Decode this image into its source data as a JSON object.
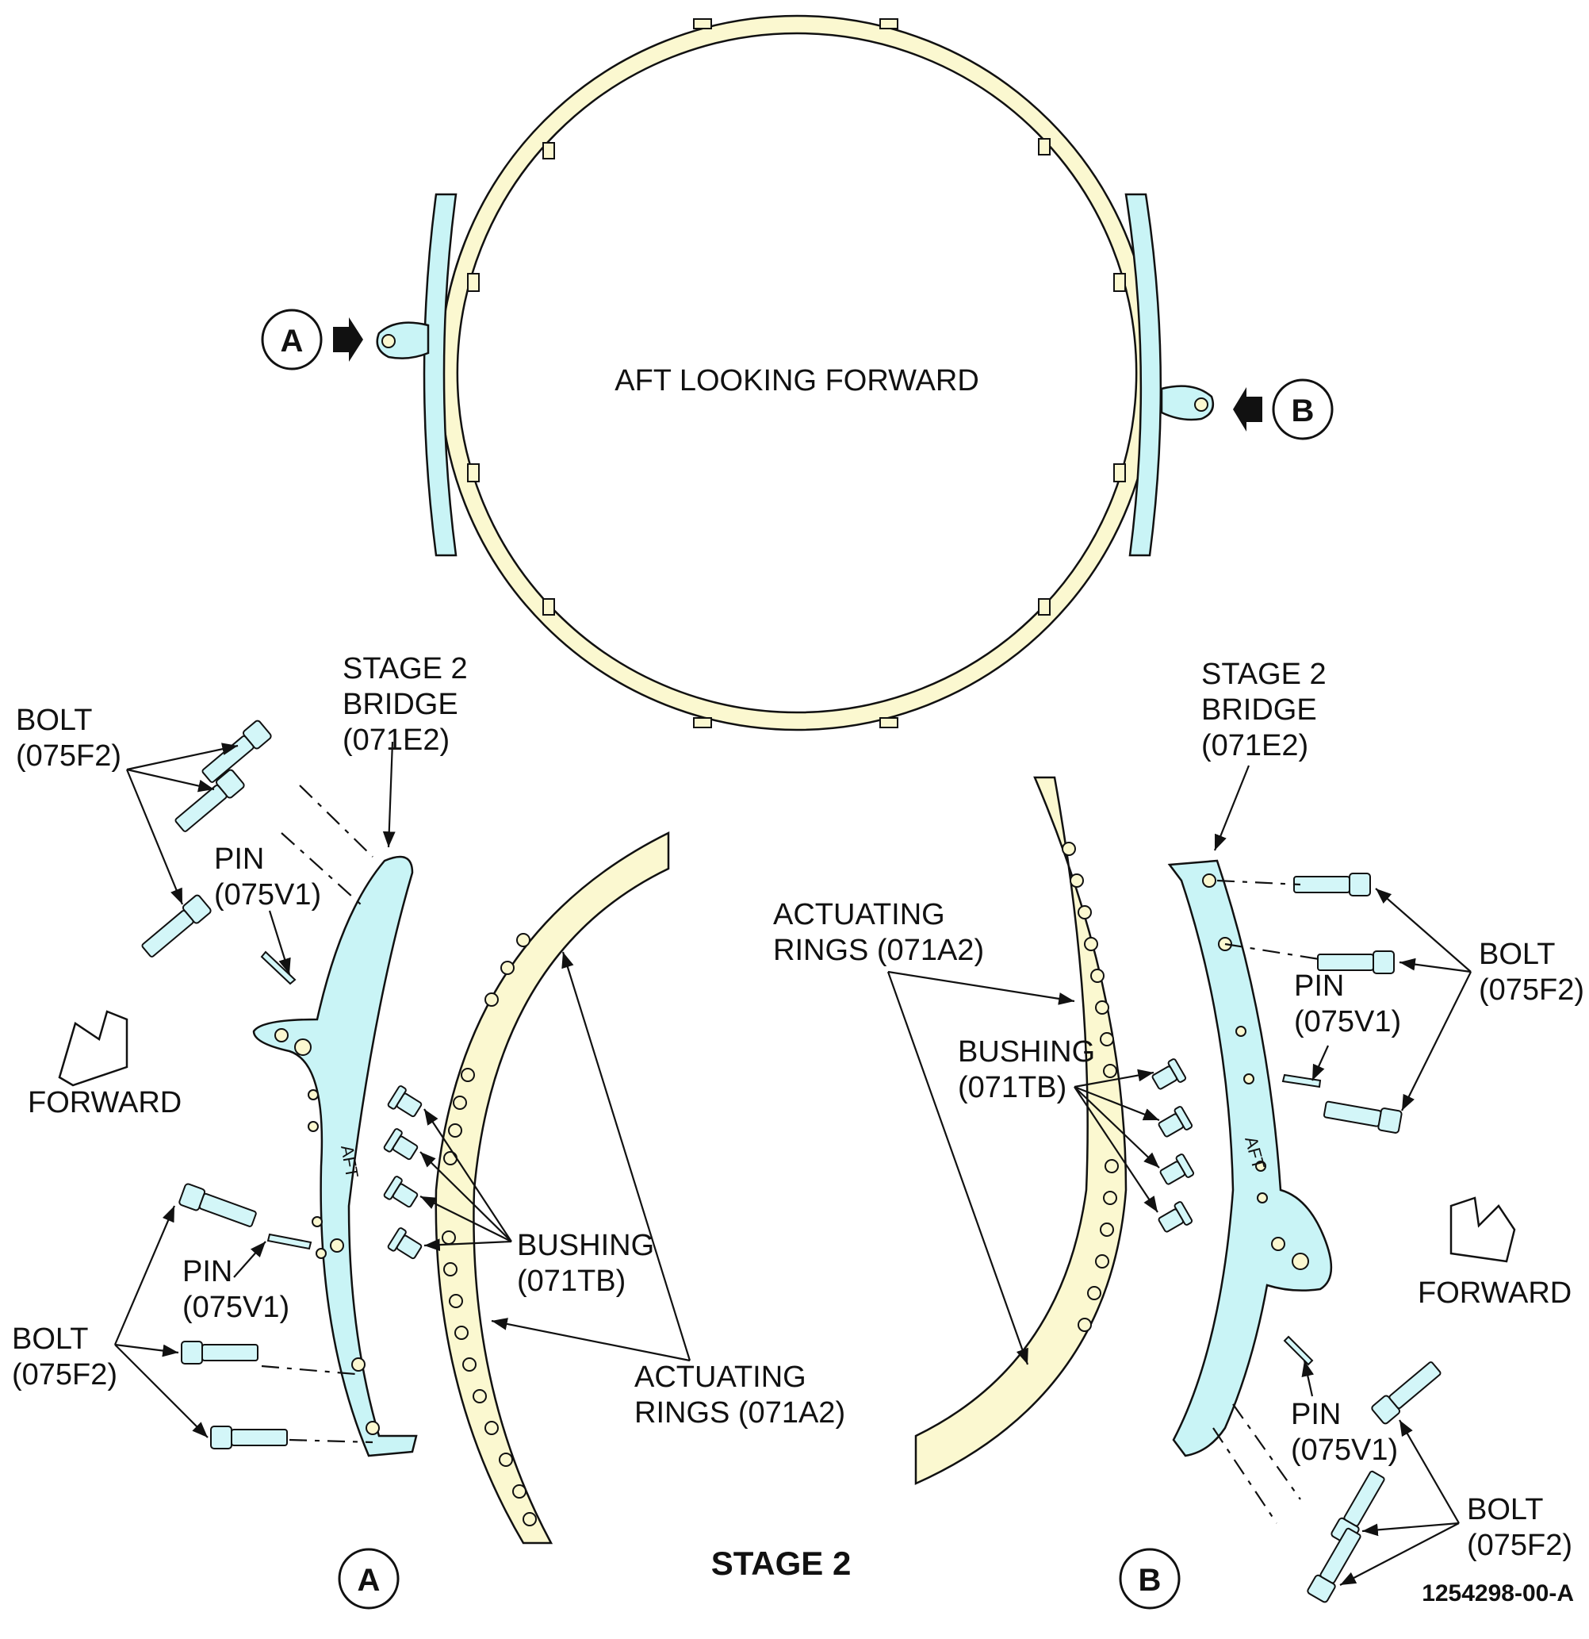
{
  "overview": {
    "view_label": "AFT LOOKING FORWARD",
    "callout_a": "A",
    "callout_b": "B"
  },
  "detail_a": {
    "bridge_label_1": "STAGE 2",
    "bridge_label_2": "BRIDGE",
    "bridge_label_3": "(071E2)",
    "bolt_top_1": "BOLT",
    "bolt_top_2": "(075F2)",
    "pin_top_1": "PIN",
    "pin_top_2": "(075V1)",
    "forward": "FORWARD",
    "pin_bottom_1": "PIN",
    "pin_bottom_2": "(075V1)",
    "bolt_bottom_1": "BOLT",
    "bolt_bottom_2": "(075F2)",
    "bushing_1": "BUSHING",
    "bushing_2": "(071TB)",
    "rings_1": "ACTUATING",
    "rings_2": "RINGS (071A2)",
    "view_callout": "A"
  },
  "detail_b": {
    "bridge_label_1": "STAGE 2",
    "bridge_label_2": "BRIDGE",
    "bridge_label_3": "(071E2)",
    "rings_1": "ACTUATING",
    "rings_2": "RINGS (071A2)",
    "bushing_1": "BUSHING",
    "bushing_2": "(071TB)",
    "bolt_top_1": "BOLT",
    "bolt_top_2": "(075F2)",
    "pin_top_1": "PIN",
    "pin_top_2": "(075V1)",
    "forward": "FORWARD",
    "pin_bottom_1": "PIN",
    "pin_bottom_2": "(075V1)",
    "bolt_bottom_1": "BOLT",
    "bolt_bottom_2": "(075F2)",
    "view_callout": "B"
  },
  "stage_title": "STAGE 2",
  "figure_id": "1254298-00-A",
  "colors": {
    "ring_fill": "#fbf8d0",
    "bridge_fill": "#c9f4f6",
    "line": "#111111"
  }
}
